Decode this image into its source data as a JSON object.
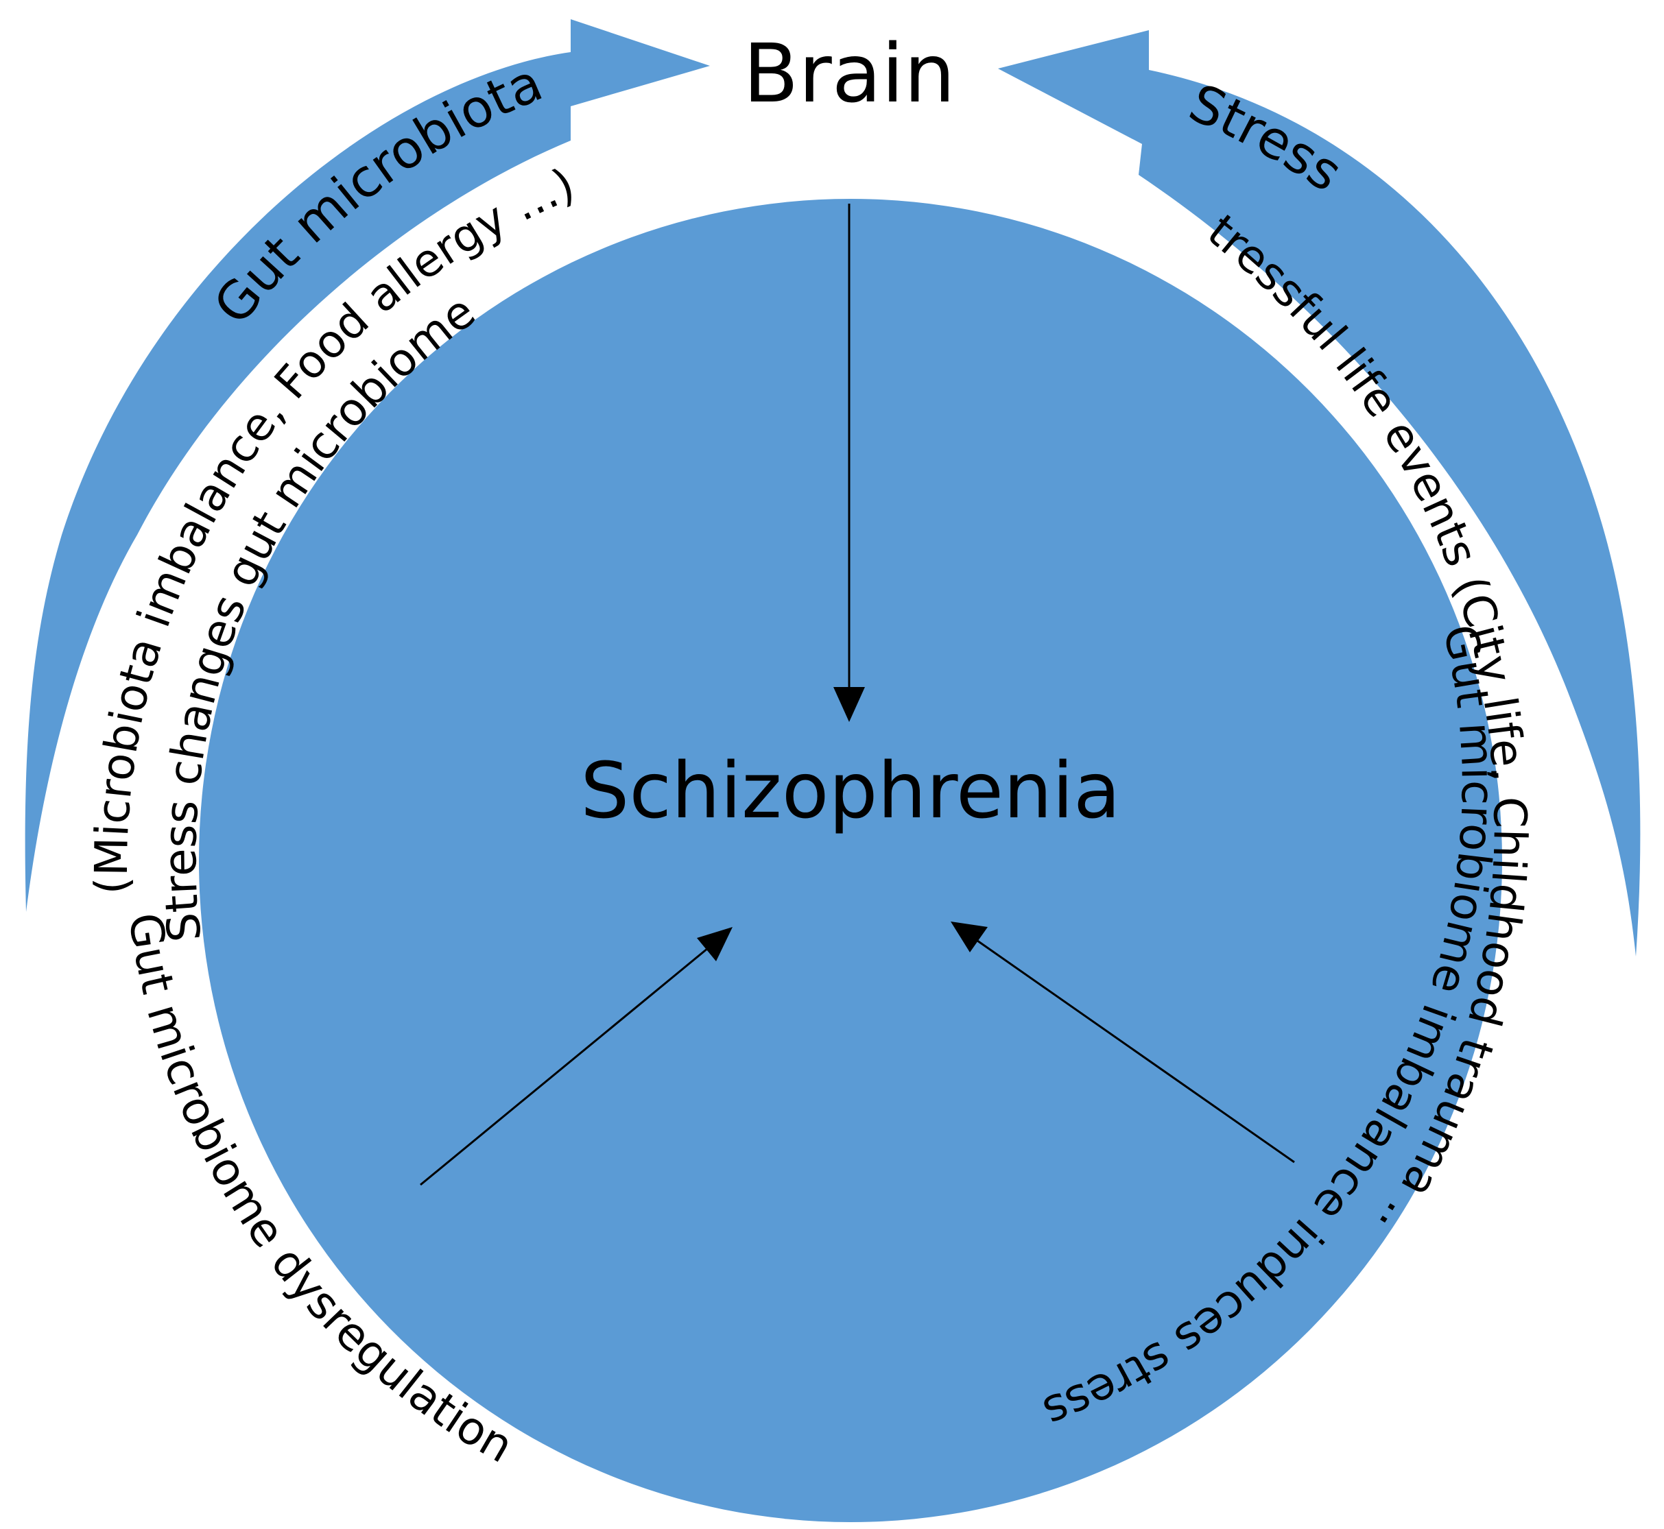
{
  "colors": {
    "fill": "#5b9bd5",
    "text": "#000000",
    "background": "#ffffff"
  },
  "nodes": {
    "top": "Brain",
    "center": "Schizophrenia"
  },
  "arcs": {
    "left_band": "Gut microbiota",
    "left_outer": "(Microbiota imbalance, Food allergy ...)",
    "left_inner": "Stress changes gut microbiome",
    "right_band": "Stress",
    "right_outer": "Stressful life events (City life, Childhood trauma ...)",
    "right_inner": "Gut microbiome imbalance induces stress",
    "bottom_left": "Gut microbiome dysregulation"
  }
}
